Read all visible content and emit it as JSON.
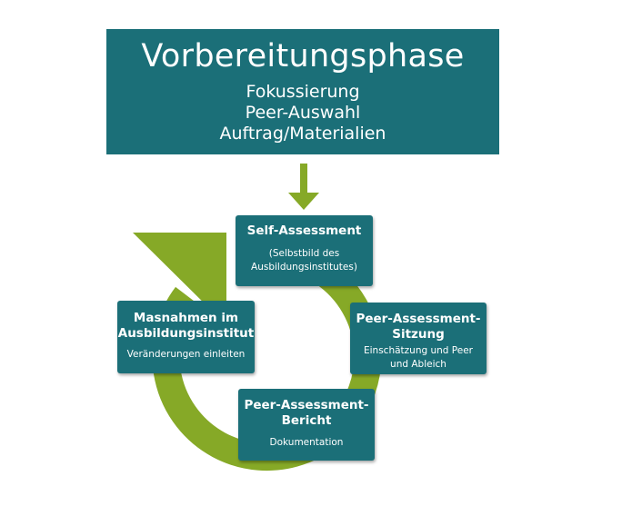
{
  "colors": {
    "box_fill": "#1b6f78",
    "box_text": "#ffffff",
    "arrow_green": "#86a927"
  },
  "icons": {
    "down_arrow": "down-arrow-icon",
    "cycle_arrow": "cycle-arrow-icon"
  },
  "prep": {
    "title": "Vorbereitungsphase",
    "items": [
      "Fokussierung",
      "Peer-Auswahl",
      "Auftrag/Materialien"
    ]
  },
  "self_assessment": {
    "title": "Self-Assessment",
    "sub": "(Selbstbild des\nAusbildungsinstitutes)"
  },
  "peer_session": {
    "title": "Peer-Assessment-\nSitzung",
    "sub": "Einschätzung und Peer\nund Ableich"
  },
  "peer_report": {
    "title": "Peer-Assessment-\nBericht",
    "sub": "Dokumentation"
  },
  "measures": {
    "title": "Masnahmen im\nAusbildungsinstitut",
    "sub": "Veränderungen einleiten"
  }
}
